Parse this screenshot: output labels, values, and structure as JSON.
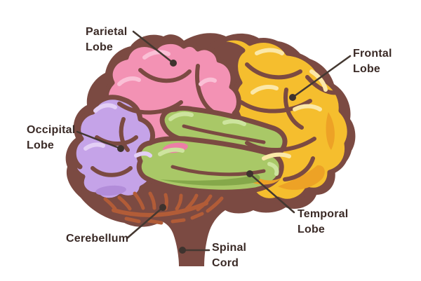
{
  "diagram_title": "Human brain side-view anatomy diagram",
  "background": "#ffffff",
  "labels": {
    "parietal": {
      "line1": "Parietal",
      "line2": "Lobe"
    },
    "frontal": {
      "line1": "Frontal",
      "line2": "Lobe"
    },
    "occipital": {
      "line1": "Occipital",
      "line2": "Lobe"
    },
    "temporal": {
      "line1": "Temporal",
      "line2": "Lobe"
    },
    "cerebellum": {
      "line1": "Cerebellum"
    },
    "spinal_cord": {
      "line1": "Spinal",
      "line2": "Cord"
    }
  },
  "colors": {
    "outline_brown": "#7b4a42",
    "frontal_base": "#f5be2e",
    "frontal_dark": "#eda226",
    "frontal_light": "#fbe8a8",
    "parietal_base": "#f392b4",
    "parietal_dark": "#ec7fa6",
    "parietal_light": "#fac0d6",
    "occipital_base": "#c5a3e8",
    "occipital_dark": "#b28cd9",
    "occipital_light": "#e3cff6",
    "temporal_base": "#a9c867",
    "temporal_dark": "#85a84a",
    "temporal_light": "#cde49e",
    "cerebellum_stripe": "#b25c37",
    "label_text": "#3a2a26",
    "leader_line": "#443831",
    "leader_dot": "#3e332e"
  }
}
